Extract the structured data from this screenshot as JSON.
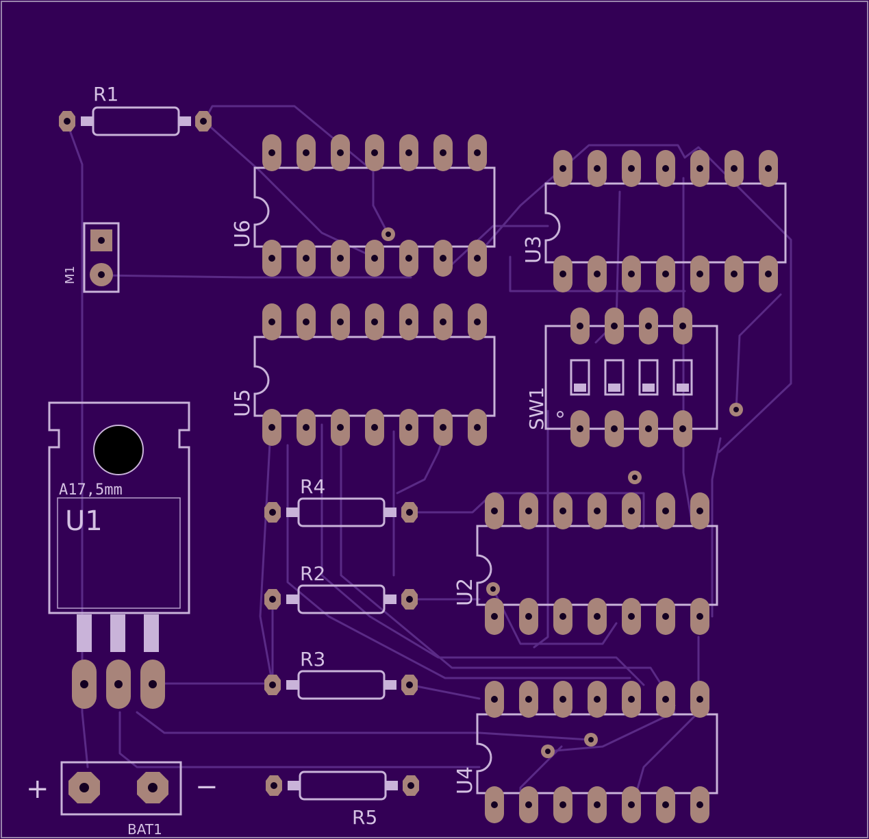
{
  "board": {
    "background": "#330055",
    "outline_color": "#9a85ad",
    "silkscreen_color": "#c9b3d9",
    "trace_color": "#5a2a86",
    "pad_color": "#a8847a"
  },
  "labels": {
    "r1": "R1",
    "r2": "R2",
    "r3": "R3",
    "r4": "R4",
    "r5": "R5",
    "u1": "U1",
    "u1_package": "A17,5mm",
    "u2": "U2",
    "u3": "U3",
    "u4": "U4",
    "u5": "U5",
    "u6": "U6",
    "sw1": "SW1",
    "m1": "M1",
    "bat1": "BAT1",
    "bat_plus": "+",
    "bat_minus": "−"
  }
}
